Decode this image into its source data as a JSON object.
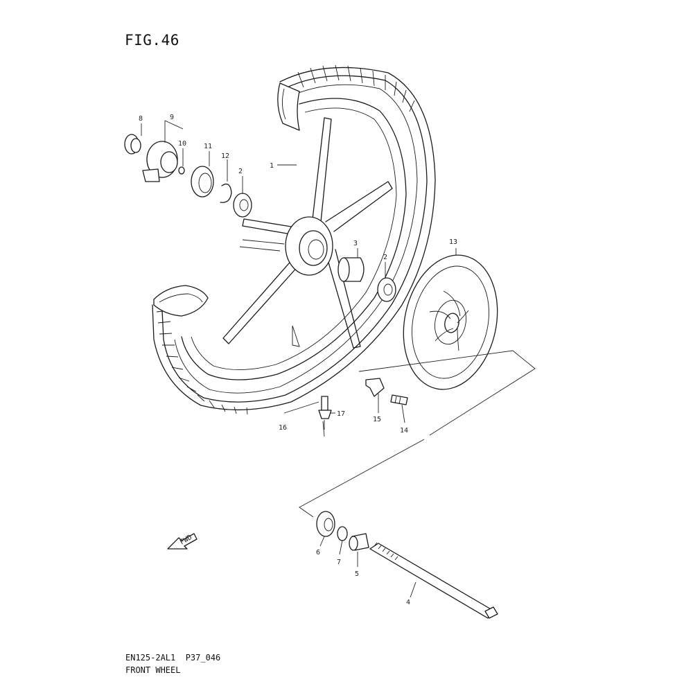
{
  "figure": {
    "title": "FIG.46",
    "model_code": "EN125-2AL1  P37_046",
    "section_name": "FRONT WHEEL"
  },
  "fwd_arrow": {
    "label": "FWD",
    "icon": "fwd-arrow-icon"
  },
  "callouts": [
    {
      "id": "1",
      "part": "wheel-rim"
    },
    {
      "id": "2",
      "part": "bearing"
    },
    {
      "id": "2",
      "part": "bearing"
    },
    {
      "id": "3",
      "part": "spacer"
    },
    {
      "id": "4",
      "part": "axle"
    },
    {
      "id": "5",
      "part": "spacer"
    },
    {
      "id": "6",
      "part": "dust-seal"
    },
    {
      "id": "7",
      "part": "washer"
    },
    {
      "id": "8",
      "part": "cap"
    },
    {
      "id": "9",
      "part": "gearbox"
    },
    {
      "id": "10",
      "part": "washer"
    },
    {
      "id": "11",
      "part": "dust-seal"
    },
    {
      "id": "12",
      "part": "circlip"
    },
    {
      "id": "13",
      "part": "brake-disc"
    },
    {
      "id": "14",
      "part": "bolt"
    },
    {
      "id": "15",
      "part": "lock-washer"
    },
    {
      "id": "16",
      "part": "tire"
    },
    {
      "id": "17",
      "part": "valve"
    }
  ]
}
